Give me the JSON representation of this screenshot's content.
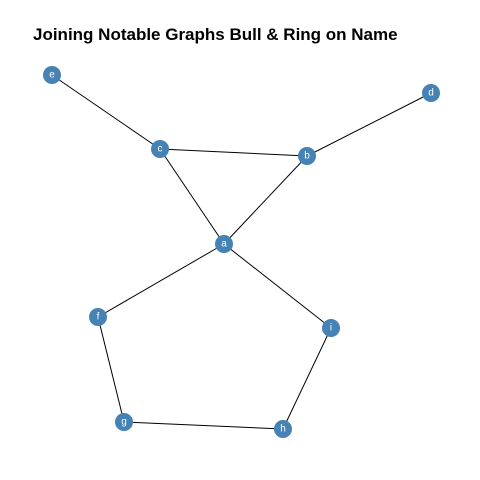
{
  "title": "Joining Notable Graphs Bull & Ring on Name",
  "colors": {
    "node": "#4682b4",
    "edge": "#000000",
    "label": "#ffffff"
  },
  "graph": {
    "nodes": [
      {
        "id": "a",
        "label": "a"
      },
      {
        "id": "b",
        "label": "b"
      },
      {
        "id": "c",
        "label": "c"
      },
      {
        "id": "d",
        "label": "d"
      },
      {
        "id": "e",
        "label": "e"
      },
      {
        "id": "f",
        "label": "f"
      },
      {
        "id": "g",
        "label": "g"
      },
      {
        "id": "h",
        "label": "h"
      },
      {
        "id": "i",
        "label": "i"
      }
    ],
    "edges": [
      {
        "source": "e",
        "target": "c"
      },
      {
        "source": "c",
        "target": "b"
      },
      {
        "source": "c",
        "target": "a"
      },
      {
        "source": "b",
        "target": "a"
      },
      {
        "source": "b",
        "target": "d"
      },
      {
        "source": "a",
        "target": "f"
      },
      {
        "source": "a",
        "target": "i"
      },
      {
        "source": "f",
        "target": "g"
      },
      {
        "source": "g",
        "target": "h"
      },
      {
        "source": "h",
        "target": "i"
      }
    ]
  }
}
